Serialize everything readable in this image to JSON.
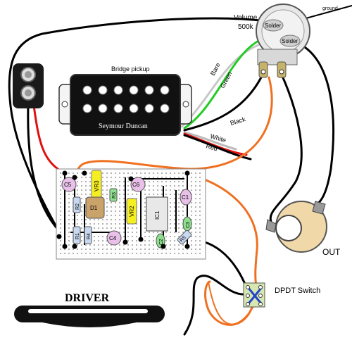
{
  "labels": {
    "volume": "Volume",
    "volume_value": "500k",
    "ground": "ground",
    "solder_top": "Solder",
    "solder_side": "Solder",
    "bridge_pickup": "Bridge pickup",
    "pickup_brand": "Seymour Duncan",
    "wire_bare": "Bare",
    "wire_green": "Green",
    "wire_black": "Black",
    "wire_white": "White",
    "wire_red": "Red",
    "out": "OUT",
    "dpdt": "DPDT Switch",
    "driver": "DRIVER"
  },
  "components": {
    "c5": "C5",
    "vr3": "VR3",
    "c6": "C6",
    "c1": "C1",
    "r2": "R2",
    "d1": "D1",
    "r3": "R3",
    "vr2": "VR2",
    "ic1": "IC1",
    "r1": "R1",
    "r4": "R4",
    "c4": "C4",
    "c2": "C2",
    "c3": "C3",
    "r5": "R5"
  },
  "colors": {
    "wire_black": "#000000",
    "wire_red": "#e01010",
    "wire_orange": "#f07020",
    "wire_green": "#22cc22",
    "wire_blue": "#2244cc",
    "capacitor": "#e8c0e8",
    "trimmer": "#f5ee20",
    "green_part": "#8ee08e",
    "resistor": "#c8d8f0",
    "board": "#ffffff",
    "switch": "#d6e8b0"
  }
}
